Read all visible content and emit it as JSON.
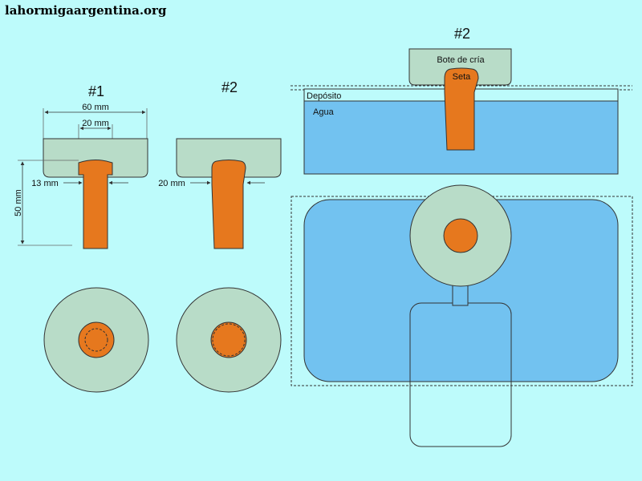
{
  "site": {
    "title": "lahormigaargentina.org"
  },
  "labels": {
    "variant1": "#1",
    "variant2": "#2",
    "variant2_right": "#2",
    "width_60": "60 mm",
    "width_20": "20 mm",
    "height_50": "50 mm",
    "neck_13": "13 mm",
    "neck_20": "20 mm",
    "bote": "Bote de cría",
    "seta": "Seta",
    "deposito": "Depósito",
    "agua": "Agua"
  },
  "colors": {
    "background": "#bdfbfb",
    "cap": "#b8dcc8",
    "plug": "#e6781e",
    "water": "#72c2f0"
  }
}
